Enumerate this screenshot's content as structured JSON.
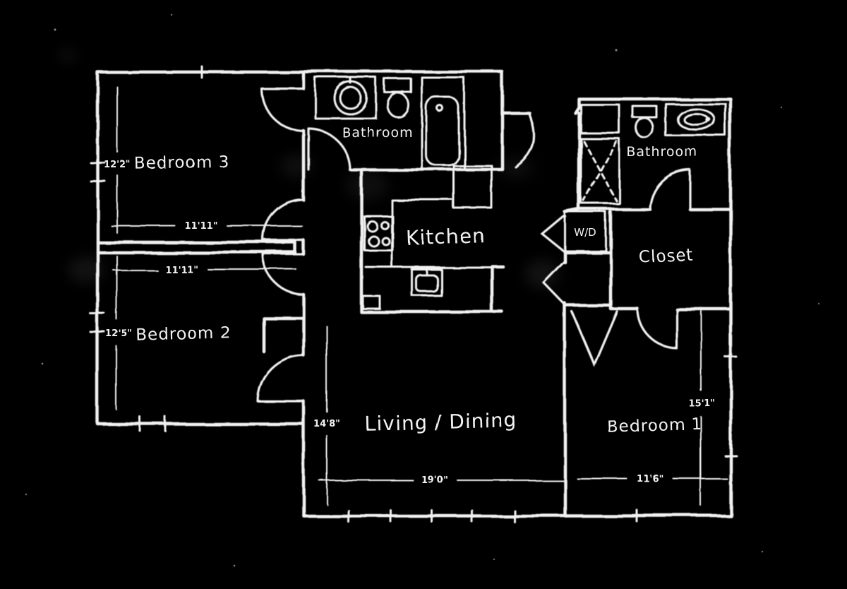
{
  "figure": {
    "type": "apartment floor plan, hand-drawn white lines on black",
    "background_color": "#000000",
    "line_color": "#f2f2f2"
  },
  "rooms": {
    "bedroom3": {
      "label": "Bedroom 3",
      "width": "11'11\"",
      "depth": "12'2\""
    },
    "bedroom2": {
      "label": "Bedroom 2",
      "width": "11'11\"",
      "depth": "12'5\""
    },
    "bathroom_main": {
      "label": "Bathroom"
    },
    "kitchen": {
      "label": "Kitchen"
    },
    "living_dining": {
      "label": "Living / Dining",
      "width": "19'0\"",
      "depth": "14'8\""
    },
    "bathroom_ensuite": {
      "label": "Bathroom"
    },
    "closet": {
      "label": "Closet"
    },
    "laundry": {
      "label": "W/D"
    },
    "bedroom1": {
      "label": "Bedroom 1",
      "width": "11'6\"",
      "depth": "15'1\""
    }
  }
}
